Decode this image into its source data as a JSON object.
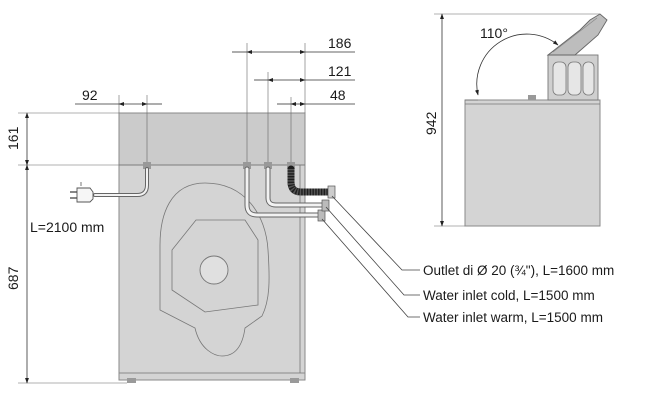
{
  "dimensions": {
    "d_92": "92",
    "d_186": "186",
    "d_121": "121",
    "d_48": "48",
    "d_161": "161",
    "d_687": "687",
    "d_942": "942",
    "angle": "110°",
    "cable": "L=2100 mm"
  },
  "callouts": [
    "Outlet di Ø 20 (¾\"), L=1600 mm",
    "Water inlet cold, L=1500 mm",
    "Water inlet warm, L=1500 mm"
  ],
  "colors": {
    "body": "#d4d4d4",
    "outline": "#8a8a8a",
    "text": "#1a1a1a"
  }
}
